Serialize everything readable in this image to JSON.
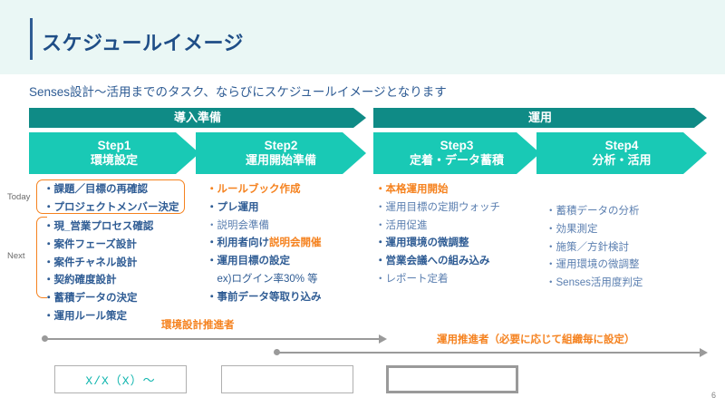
{
  "header": {
    "title": "スケジュールイメージ",
    "lead": "Senses設計〜活用までのタスク、ならびにスケジュールイメージとなります"
  },
  "phases": [
    {
      "label": "導入準備"
    },
    {
      "label": "運用"
    }
  ],
  "steps": [
    {
      "num": "Step1",
      "name": "環境設定"
    },
    {
      "num": "Step2",
      "name": "運用開始準備"
    },
    {
      "num": "Step3",
      "name": "定着・データ蓄積"
    },
    {
      "num": "Step4",
      "name": "分析・活用"
    }
  ],
  "side_labels": {
    "today": "Today",
    "next": "Next"
  },
  "columns": [
    {
      "today_items": [
        "・課題／目標の再確認",
        "・プロジェクトメンバー決定"
      ],
      "next_items": [
        "・現_営業プロセス確認",
        "・案件フェーズ設計",
        "・案件チャネル設計",
        "・契約確度設計",
        "・蓄積データの決定",
        "・運用ルール策定"
      ]
    },
    {
      "items": [
        "・ルールブック作成",
        "・プレ運用",
        "・説明会準備",
        "・運用目標の設定",
        "　ex)ログイン率30% 等",
        "・事前データ等取り込み"
      ],
      "item_利用者": {
        "bold_part": "・利用者向け",
        "orange_part": "説明会開催"
      }
    },
    {
      "items": [
        "・本格運用開始",
        "・運用目標の定期ウォッチ",
        "・活用促進",
        "・運用環境の微調整",
        "・営業会議への組み込み",
        "・レポート定着"
      ]
    },
    {
      "items": [
        "・蓄積データの分析",
        "・効果測定",
        "・施策／方針検討",
        "・運用環境の微調整",
        "・Senses活用度判定"
      ]
    }
  ],
  "timeline": {
    "labels": [
      "環境設計推進者",
      "運用推進者（必要に応じて組織毎に設定）"
    ]
  },
  "date_boxes": [
    {
      "value": "X/X（X）〜"
    },
    {
      "value": ""
    },
    {
      "value": ""
    }
  ],
  "page_number": "6",
  "colors": {
    "phase_band": "#0f8b86",
    "step_band": "#19c9b5",
    "navy": "#2f5c94",
    "orange": "#f5821f",
    "header_band": "#eaf7f5"
  }
}
